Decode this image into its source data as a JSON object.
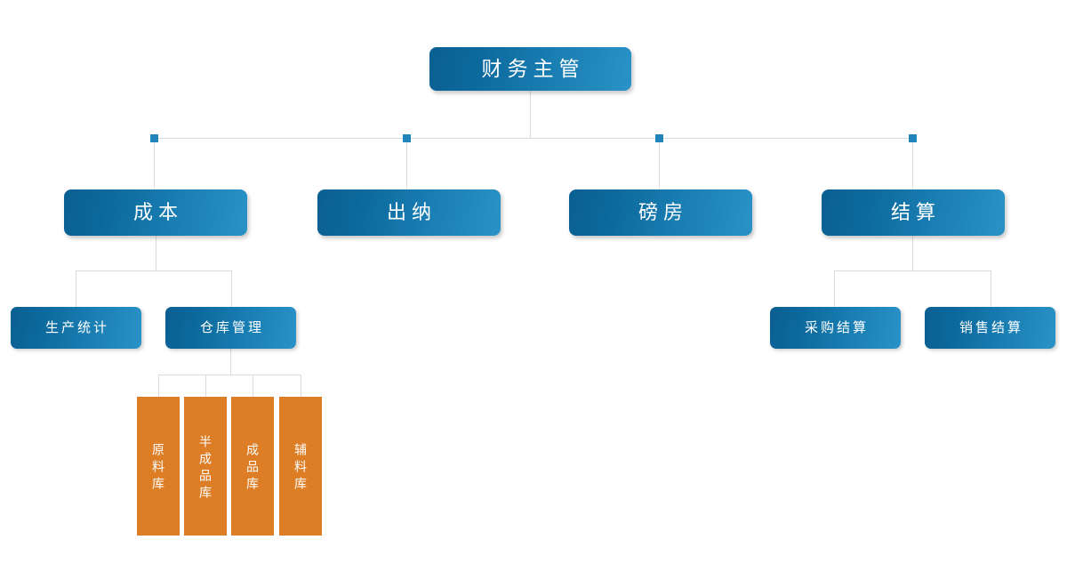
{
  "diagram": {
    "type": "org-chart",
    "title_node": {
      "label": "财务主管"
    },
    "level2": [
      {
        "label": "成本"
      },
      {
        "label": "出纳"
      },
      {
        "label": "磅房"
      },
      {
        "label": "结算"
      }
    ],
    "level3": [
      {
        "label": "生产统计",
        "parent": "成本"
      },
      {
        "label": "仓库管理",
        "parent": "成本"
      },
      {
        "label": "采购结算",
        "parent": "结算"
      },
      {
        "label": "销售结算",
        "parent": "结算"
      }
    ],
    "warehouses": [
      {
        "label": "原料库",
        "parent": "仓库管理"
      },
      {
        "label": "半成品库",
        "parent": "仓库管理"
      },
      {
        "label": "成品库",
        "parent": "仓库管理"
      },
      {
        "label": "辅料库",
        "parent": "仓库管理"
      }
    ],
    "colors": {
      "node_gradient_start": "#0a5f92",
      "node_gradient_end": "#2a92c6",
      "leaf_fill": "#dd7d26",
      "connector": "#d8dcde",
      "bus_marker": "#2184bb",
      "node_text": "#ffffff",
      "background": "#ffffff"
    }
  }
}
